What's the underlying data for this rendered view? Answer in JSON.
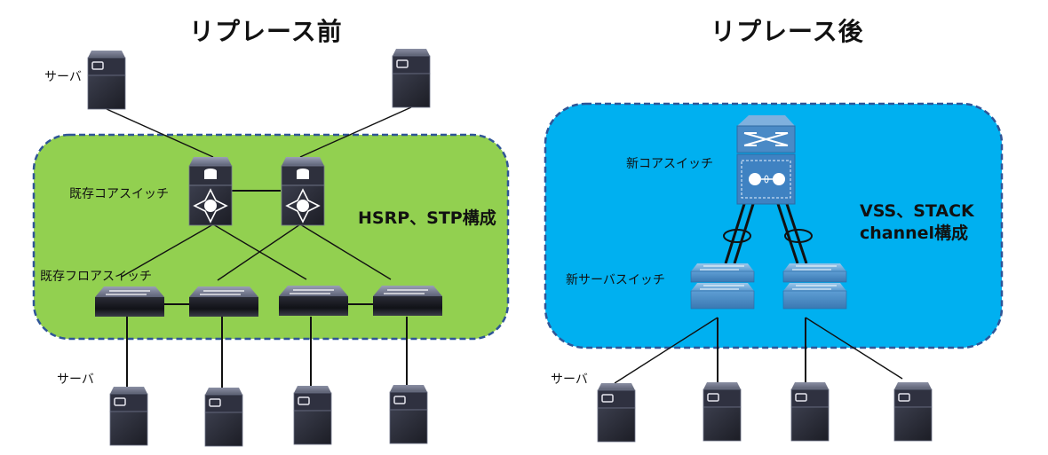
{
  "before": {
    "title": "リプレース前",
    "group_color": "#92d050",
    "group_border": "#2f5597",
    "labels": {
      "server_top": "サーバ",
      "core_switch": "既存コアスイッチ",
      "floor_switch": "既存フロアスイッチ",
      "server_bottom": "サーバ",
      "config": "HSRP、STP構成"
    }
  },
  "after": {
    "title": "リプレース後",
    "group_color": "#00b0f0",
    "group_border": "#2f5597",
    "labels": {
      "core_switch": "新コアスイッチ",
      "server_switch": "新サーバスイッチ",
      "server_bottom": "サーバ",
      "config_line1": "VSS、STACK",
      "config_line2": "channel構成"
    }
  }
}
